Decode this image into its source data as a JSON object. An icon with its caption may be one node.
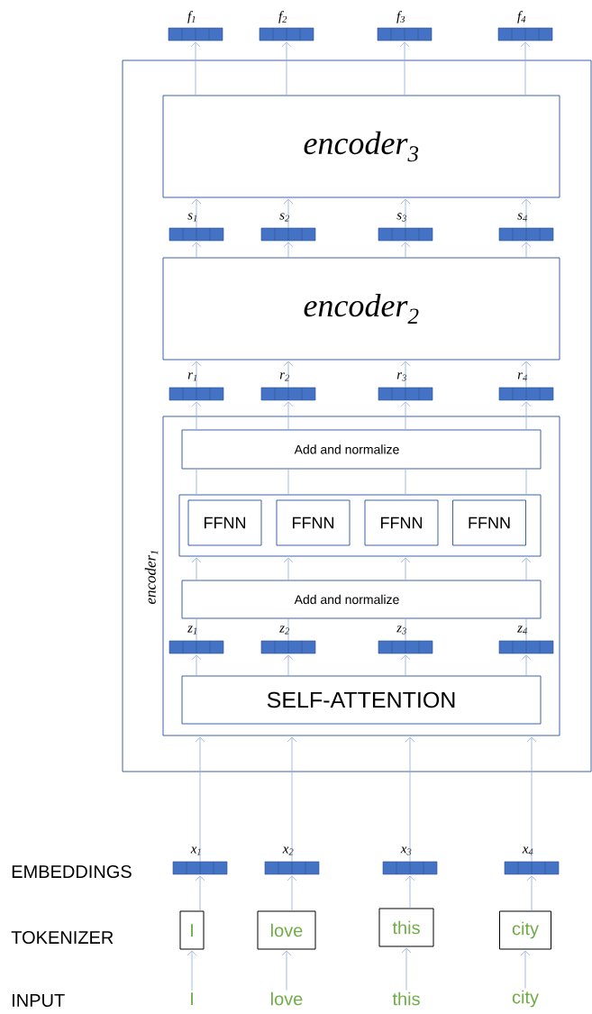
{
  "diagram": {
    "nodes": [
      {
        "text": [],
        "shape": "bar",
        "beside": [
          "f$_{1}$"
        ]
      },
      {
        "text": [],
        "shape": "bar",
        "beside": [
          "f$_{2}$"
        ]
      },
      {
        "text": [],
        "shape": "bar",
        "beside": [
          "f$_{3}$"
        ]
      },
      {
        "text": [],
        "shape": "bar",
        "beside": [
          "f$_{4}$"
        ]
      },
      {
        "text": [],
        "shape": "box"
      },
      {
        "text": [
          "encoder$_{3}$"
        ],
        "in": 4
      },
      {
        "text": [],
        "shape": "bar",
        "beside": [
          "s$_{1}$"
        ],
        "in": 4
      },
      {
        "text": [],
        "shape": "bar",
        "beside": [
          "s$_{2}$"
        ],
        "in": 4
      },
      {
        "text": [],
        "shape": "bar",
        "beside": [
          "s$_{3}$"
        ],
        "in": 4
      },
      {
        "text": [],
        "shape": "bar",
        "beside": [
          "s$_{4}$"
        ],
        "in": 4
      },
      {
        "text": [
          "encoder$_{2}$"
        ],
        "in": 4
      },
      {
        "text": [],
        "shape": "bar",
        "beside": [
          "r$_{1}$"
        ],
        "in": 4
      },
      {
        "text": [],
        "shape": "bar",
        "beside": [
          "r$_{2}$"
        ],
        "in": 4
      },
      {
        "text": [],
        "shape": "bar",
        "beside": [
          "r$_{3}$"
        ],
        "in": 4
      },
      {
        "text": [],
        "shape": "bar",
        "beside": [
          "r$_{4}$"
        ],
        "in": 4
      },
      {
        "text": [
          "encoder$_{1}$"
        ],
        "in": 4
      },
      {
        "text": [
          "Add and normalize"
        ],
        "in": 15
      },
      {
        "text": [],
        "shape": "box",
        "in": 15
      },
      {
        "text": [
          "FFNN"
        ],
        "in": 17
      },
      {
        "text": [
          "FFNN"
        ],
        "in": 17
      },
      {
        "text": [
          "FFNN"
        ],
        "in": 17
      },
      {
        "text": [
          "FFNN"
        ],
        "in": 17
      },
      {
        "text": [
          "Add and normalize"
        ],
        "in": 15
      },
      {
        "text": [],
        "shape": "bar",
        "beside": [
          "z$_{1}$"
        ],
        "in": 15
      },
      {
        "text": [],
        "shape": "bar",
        "beside": [
          "z$_{2}$"
        ],
        "in": 15
      },
      {
        "text": [],
        "shape": "bar",
        "beside": [
          "z$_{3}$"
        ],
        "in": 15
      },
      {
        "text": [],
        "shape": "bar",
        "beside": [
          "z$_{4}$"
        ],
        "in": 15
      },
      {
        "text": [
          "SELF-ATTENTION"
        ],
        "in": 15
      },
      {
        "text": [],
        "shape": "bar",
        "beside": [
          "x$_{1}$"
        ]
      },
      {
        "text": [],
        "shape": "bar",
        "beside": [
          "x$_{2}$"
        ]
      },
      {
        "text": [],
        "shape": "bar",
        "beside": [
          "x$_{3}$"
        ]
      },
      {
        "text": [],
        "shape": "bar",
        "beside": [
          "x$_{4}$"
        ]
      },
      {
        "text": [
          "I"
        ]
      },
      {
        "text": [
          "love"
        ]
      },
      {
        "text": [
          "this"
        ]
      },
      {
        "text": [
          "city"
        ]
      },
      {
        "text": [
          "I"
        ]
      },
      {
        "text": [
          "love"
        ]
      },
      {
        "text": [
          "this"
        ]
      },
      {
        "text": [
          "city"
        ]
      }
    ],
    "edges": [
      {
        "from": 5,
        "to": 0,
        "arrow": "to"
      },
      {
        "from": 5,
        "to": 1,
        "arrow": "to"
      },
      {
        "from": 5,
        "to": 2,
        "arrow": "to"
      },
      {
        "from": 5,
        "to": 3,
        "arrow": "to"
      },
      {
        "from": 6,
        "to": 5,
        "arrow": "to"
      },
      {
        "from": 7,
        "to": 5,
        "arrow": "to"
      },
      {
        "from": 8,
        "to": 5,
        "arrow": "to"
      },
      {
        "from": 9,
        "to": 5,
        "arrow": "to"
      },
      {
        "from": 10,
        "to": 6,
        "arrow": "to"
      },
      {
        "from": 10,
        "to": 7,
        "arrow": "to"
      },
      {
        "from": 10,
        "to": 8,
        "arrow": "to"
      },
      {
        "from": 10,
        "to": 9,
        "arrow": "to"
      },
      {
        "from": 11,
        "to": 10,
        "arrow": "to"
      },
      {
        "from": 12,
        "to": 10,
        "arrow": "to"
      },
      {
        "from": 13,
        "to": 10,
        "arrow": "to"
      },
      {
        "from": 14,
        "to": 10,
        "arrow": "to"
      },
      {
        "from": 16,
        "to": 11,
        "arrow": "to"
      },
      {
        "from": 16,
        "to": 12,
        "arrow": "to"
      },
      {
        "from": 16,
        "to": 13,
        "arrow": "to"
      },
      {
        "from": 16,
        "to": 14,
        "arrow": "to"
      },
      {
        "from": 17,
        "to": 16,
        "arrow": "none"
      },
      {
        "from": 17,
        "to": 16,
        "arrow": "none"
      },
      {
        "from": 17,
        "to": 16,
        "arrow": "none"
      },
      {
        "from": 17,
        "to": 16,
        "arrow": "none"
      },
      {
        "from": 22,
        "to": 17,
        "arrow": "to"
      },
      {
        "from": 22,
        "to": 17,
        "arrow": "to"
      },
      {
        "from": 22,
        "to": 17,
        "arrow": "to"
      },
      {
        "from": 22,
        "to": 17,
        "arrow": "to"
      },
      {
        "from": 23,
        "to": 22,
        "arrow": "none"
      },
      {
        "from": 24,
        "to": 22,
        "arrow": "none"
      },
      {
        "from": 25,
        "to": 22,
        "arrow": "none"
      },
      {
        "from": 26,
        "to": 22,
        "arrow": "none"
      },
      {
        "from": 27,
        "to": 23,
        "arrow": "to"
      },
      {
        "from": 27,
        "to": 24,
        "arrow": "to"
      },
      {
        "from": 27,
        "to": 25,
        "arrow": "to"
      },
      {
        "from": 27,
        "to": 26,
        "arrow": "to"
      },
      {
        "from": 28,
        "to": 15,
        "arrow": "to"
      },
      {
        "from": 29,
        "to": 15,
        "arrow": "to"
      },
      {
        "from": 30,
        "to": 15,
        "arrow": "to"
      },
      {
        "from": 31,
        "to": 15,
        "arrow": "to"
      },
      {
        "from": 32,
        "to": 28,
        "arrow": "to"
      },
      {
        "from": 33,
        "to": 29,
        "arrow": "to"
      },
      {
        "from": 34,
        "to": 30,
        "arrow": "to"
      },
      {
        "from": 35,
        "to": 31,
        "arrow": "to"
      },
      {
        "from": 36,
        "to": 32,
        "arrow": "to"
      },
      {
        "from": 37,
        "to": 33,
        "arrow": "to"
      },
      {
        "from": 38,
        "to": 34,
        "arrow": "to"
      },
      {
        "from": 39,
        "to": 35,
        "arrow": "to"
      }
    ],
    "labels": [
      "EMBEDDINGS",
      "TOKENIZER",
      "INPUT"
    ]
  }
}
